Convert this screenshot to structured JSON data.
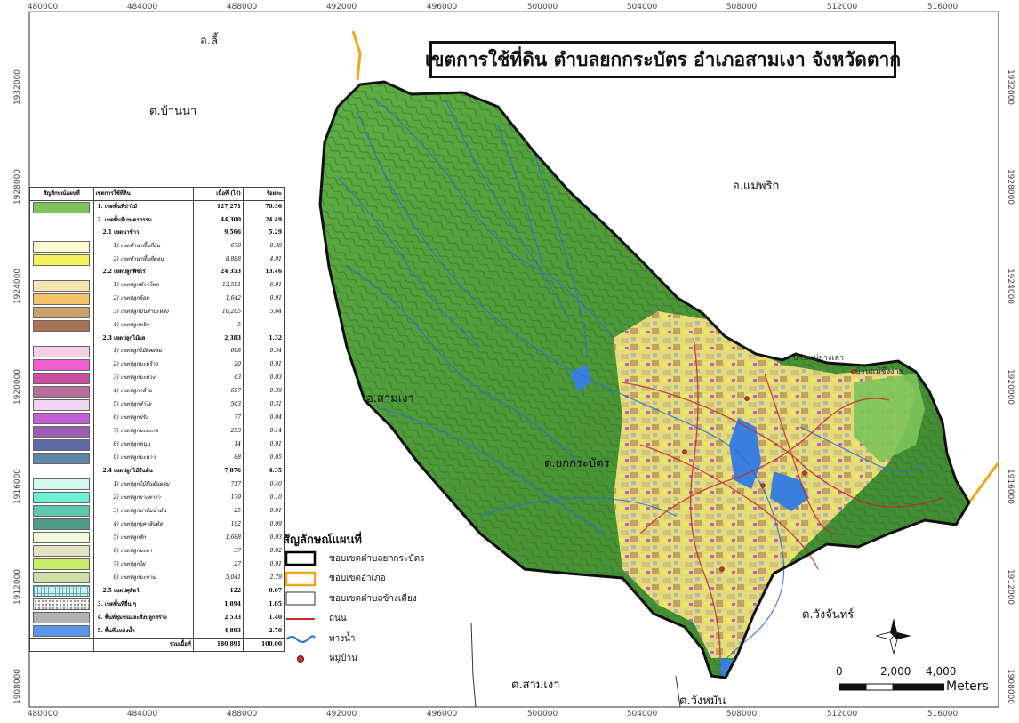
{
  "map": {
    "title": "เขตการใช้ที่ดิน ตำบลยกกระบัตร อำเภอสามเงา จังหวัดตาก",
    "x_ticks": [
      "480000",
      "484000",
      "488000",
      "492000",
      "496000",
      "500000",
      "504000",
      "508000",
      "512000",
      "516000"
    ],
    "y_ticks": [
      "1932000",
      "1928000",
      "1924000",
      "1920000",
      "1916000",
      "1912000",
      "1908000"
    ],
    "place_labels": {
      "amphoe_li": "อ.ลี้",
      "tambon_ban_na": "ต.บ้านนา",
      "amphoe_mae_phrik": "อ.แม่พริก",
      "amphoe_sam_ngao": "อ.สามเงา",
      "tambon_yokkrabat": "ต.ยกกระบัตร",
      "tambon_wang_chan": "ต.วังจันทร์",
      "tambon_sam_ngao": "ต.สามเงา",
      "tambon_wang_man": "ต.วังหมัน",
      "village_1": "บ้านแม่ซึ่งงาย",
      "village_2": "บ้านแม่ยางเลา"
    },
    "scale": {
      "labels": [
        "0",
        "2,000",
        "4,000"
      ],
      "units": "Meters"
    },
    "north_arrow": "north-arrow-icon"
  },
  "landuse_table": {
    "headers": {
      "symbol": "สัญลักษณ์แผนที่",
      "name": "เขตการใช้ที่ดิน",
      "area": "เนื้อที่ (ไร่)",
      "percent": "ร้อยละ"
    },
    "rows": [
      {
        "color": "#7cc45a",
        "name": "1. เขตพื้นที่ป่าไม้",
        "area": "127,271",
        "percent": "70.36",
        "level": 1,
        "pattern": "solid"
      },
      {
        "color": "",
        "name": "2. เขตพื้นที่เกษตรกรรม",
        "area": "44,300",
        "percent": "24.49",
        "level": 1,
        "pattern": "none"
      },
      {
        "color": "",
        "name": "2.1 เขตนาข้าว",
        "area": "9,566",
        "percent": "5.29",
        "level": 2,
        "pattern": "none"
      },
      {
        "color": "#fbfad0",
        "name": "1) เขตทำนาพื้นที่ลุ่ม",
        "area": "678",
        "percent": "0.38",
        "level": 3,
        "pattern": "solid"
      },
      {
        "color": "#f4f060",
        "name": "2) เขตทำนาพื้นที่ดอน",
        "area": "8,888",
        "percent": "4.91",
        "level": 3,
        "pattern": "solid"
      },
      {
        "color": "",
        "name": "2.2 เขตปลูกพืชไร่",
        "area": "24,353",
        "percent": "13.46",
        "level": 2,
        "pattern": "none"
      },
      {
        "color": "#f7e5b5",
        "name": "1) เขตปลูกข้าวโพด",
        "area": "12,501",
        "percent": "6.91",
        "level": 3,
        "pattern": "solid"
      },
      {
        "color": "#f3c26a",
        "name": "2) เขตปลูกอ้อย",
        "area": "1,642",
        "percent": "0.91",
        "level": 3,
        "pattern": "solid"
      },
      {
        "color": "#c9a26b",
        "name": "3) เขตปลูกมันสำปะหลัง",
        "area": "10,205",
        "percent": "5.64",
        "level": 3,
        "pattern": "solid"
      },
      {
        "color": "#a87257",
        "name": "4) เขตปลูกพริก",
        "area": "5",
        "percent": "-",
        "level": 3,
        "pattern": "solid"
      },
      {
        "color": "",
        "name": "2.3 เขตปลูกไม้ผล",
        "area": "2,383",
        "percent": "1.32",
        "level": 2,
        "pattern": "none"
      },
      {
        "color": "#f7cde8",
        "name": "1) เขตปลูกไม้ผลผสม",
        "area": "608",
        "percent": "0.34",
        "level": 3,
        "pattern": "solid"
      },
      {
        "color": "#ee5fcd",
        "name": "2) เขตปลูกมะพร้าว",
        "area": "20",
        "percent": "0.01",
        "level": 3,
        "pattern": "solid"
      },
      {
        "color": "#c94fa3",
        "name": "3) เขตปลูกมะม่วง",
        "area": "63",
        "percent": "0.03",
        "level": 3,
        "pattern": "solid"
      },
      {
        "color": "#b86f9c",
        "name": "4) เขตปลูกกล้วย",
        "area": "697",
        "percent": "0.39",
        "level": 3,
        "pattern": "solid"
      },
      {
        "color": "#f1d4f2",
        "name": "5) เขตปลูกลำไย",
        "area": "563",
        "percent": "0.31",
        "level": 3,
        "pattern": "solid"
      },
      {
        "color": "#c45fdc",
        "name": "6) เขตปลูกฝรั่ง",
        "area": "77",
        "percent": "0.04",
        "level": 3,
        "pattern": "solid"
      },
      {
        "color": "#9a5fb2",
        "name": "7) เขตปลูกมะละกอ",
        "area": "253",
        "percent": "0.14",
        "level": 3,
        "pattern": "solid"
      },
      {
        "color": "#5d6aa6",
        "name": "8) เขตปลูกขนุน",
        "area": "14",
        "percent": "0.01",
        "level": 3,
        "pattern": "solid"
      },
      {
        "color": "#5f88a8",
        "name": "9) เขตปลูกมะนาว",
        "area": "88",
        "percent": "0.05",
        "level": 3,
        "pattern": "solid"
      },
      {
        "color": "",
        "name": "2.4 เขตปลูกไม้ยืนต้น",
        "area": "7,876",
        "percent": "4.35",
        "level": 2,
        "pattern": "none"
      },
      {
        "color": "#d4f7ef",
        "name": "1) เขตปลูกไม้ยืนต้นผสม",
        "area": "717",
        "percent": "0.40",
        "level": 3,
        "pattern": "solid"
      },
      {
        "color": "#6cf2d6",
        "name": "2) เขตปลูกยางพารา",
        "area": "179",
        "percent": "0.10",
        "level": 3,
        "pattern": "solid"
      },
      {
        "color": "#5fc9b0",
        "name": "3) เขตปลูกปาล์มน้ำมัน",
        "area": "25",
        "percent": "0.01",
        "level": 3,
        "pattern": "solid"
      },
      {
        "color": "#4f9c86",
        "name": "4) เขตปลูกยูคาลิปตัส",
        "area": "162",
        "percent": "0.09",
        "level": 3,
        "pattern": "solid"
      },
      {
        "color": "#eefad8",
        "name": "5) เขตปลูกสัก",
        "area": "1,688",
        "percent": "0.93",
        "level": 3,
        "pattern": "solid"
      },
      {
        "color": "#e0e2c0",
        "name": "6) เขตปลูกมะคา",
        "area": "37",
        "percent": "0.02",
        "level": 3,
        "pattern": "solid"
      },
      {
        "color": "#c7ec6a",
        "name": "7) เขตปลูกไผ่",
        "area": "27",
        "percent": "0.01",
        "level": 3,
        "pattern": "solid"
      },
      {
        "color": "#cfe0a6",
        "name": "8) เขตปลูกมะขาม",
        "area": "5,041",
        "percent": "2.79",
        "level": 3,
        "pattern": "solid"
      },
      {
        "color": "#c8f0f2",
        "name": "2.5 เขตปศุสัตว์",
        "area": "122",
        "percent": "0.07",
        "level": 2,
        "pattern": "grid"
      },
      {
        "color": "#f4f4f4",
        "name": "3. เขตพื้นที่อื่น ๆ",
        "area": "1,894",
        "percent": "1.05",
        "level": 1,
        "pattern": "dots"
      },
      {
        "color": "#b3b3b3",
        "name": "4. พื้นที่ชุมชนและสิ่งปลูกสร้าง",
        "area": "2,533",
        "percent": "1.40",
        "level": 1,
        "pattern": "solid"
      },
      {
        "color": "#5a96e8",
        "name": "5. พื้นที่แหล่งน้ำ",
        "area": "4,893",
        "percent": "2.70",
        "level": 1,
        "pattern": "solid"
      }
    ],
    "total": {
      "name": "รวมเนื้อที่",
      "area": "180,891",
      "percent": "100.00"
    }
  },
  "symbol_legend": {
    "title": "สัญลักษณ์แผนที่",
    "items": [
      {
        "label": "ขอบเขตตำบลยกกระบัตร",
        "icon": "subdistrict-boundary-icon",
        "color": "#000000"
      },
      {
        "label": "ขอบเขตอำเภอ",
        "icon": "district-boundary-icon",
        "color": "#f0a818"
      },
      {
        "label": "ขอบเขตตำบลข้างเคียง",
        "icon": "adjacent-boundary-icon",
        "color": "#333333"
      },
      {
        "label": "ถนน",
        "icon": "road-icon",
        "color": "#d62828"
      },
      {
        "label": "ทางน้ำ",
        "icon": "waterway-icon",
        "color": "#2b6fd6"
      },
      {
        "label": "หมู่บ้าน",
        "icon": "village-icon",
        "color": "#c0392b"
      }
    ]
  },
  "colors": {
    "forest": "#4f9a3a",
    "water": "#2b6fd6",
    "road": "#c9262b",
    "district_boundary": "#f0a818",
    "agri": "#efe27a"
  }
}
